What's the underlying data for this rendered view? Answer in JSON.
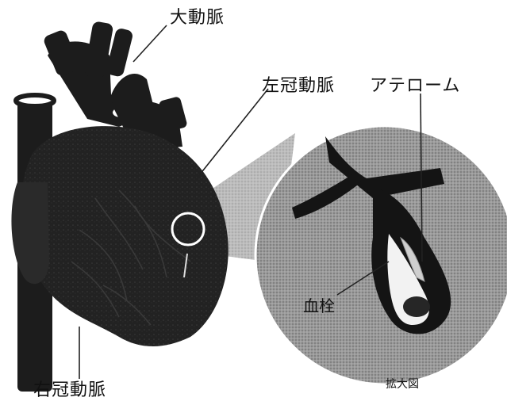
{
  "labels": {
    "aorta": "大動脈",
    "left_coronary_artery": "左冠動脈",
    "atheroma": "アテローム",
    "thrombus": "血栓",
    "right_coronary_artery": "右冠動脈",
    "enlarged_view": "拡大図"
  },
  "colors": {
    "heart": "#1e1e1e",
    "magnifier": "#8c8c8c",
    "vessel": "#141414",
    "lumen": "#f2f2f2",
    "atheroma": "#cfcfcf"
  }
}
